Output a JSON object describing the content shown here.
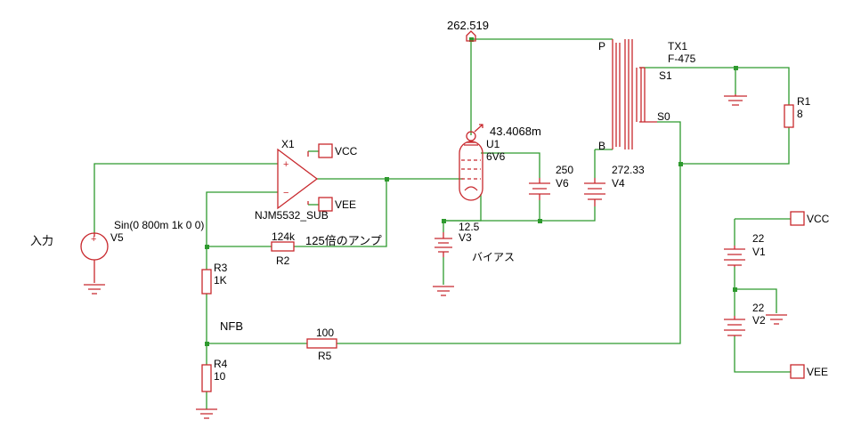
{
  "schematic": {
    "probes": {
      "plate_voltage": "262.519",
      "plate_current": "43.4068m"
    },
    "labels": {
      "input": "入力",
      "amp_note": "125倍のアンプ",
      "nfb": "NFB",
      "bias": "バイアス"
    },
    "components": {
      "v5": {
        "ref": "V5",
        "value": "Sin(0 800m 1k 0 0)"
      },
      "x1": {
        "ref": "X1",
        "model": "NJM5532_SUB",
        "vcc": "VCC",
        "vee": "VEE"
      },
      "r2": {
        "ref": "R2",
        "value": "124k"
      },
      "r3": {
        "ref": "R3",
        "value": "1K"
      },
      "r4": {
        "ref": "R4",
        "value": "10"
      },
      "r5": {
        "ref": "R5",
        "value": "100"
      },
      "u1": {
        "ref": "U1",
        "model": "6V6"
      },
      "v3": {
        "ref": "V3",
        "value": "12.5"
      },
      "v6": {
        "ref": "V6",
        "value": "250"
      },
      "v4": {
        "ref": "V4",
        "value": "272.33"
      },
      "tx1": {
        "ref": "TX1",
        "model": "F-475",
        "pins": {
          "p": "P",
          "b": "B",
          "s1": "S1",
          "s0": "S0"
        }
      },
      "r1": {
        "ref": "R1",
        "value": "8"
      },
      "v1": {
        "ref": "V1",
        "value": "22"
      },
      "v2": {
        "ref": "V2",
        "value": "22"
      },
      "vcc_port": "VCC",
      "vee_port": "VEE"
    }
  },
  "colors": {
    "wire": "#2e9a2e",
    "component": "#c8282d",
    "text": "#000000",
    "background": "#ffffff"
  }
}
